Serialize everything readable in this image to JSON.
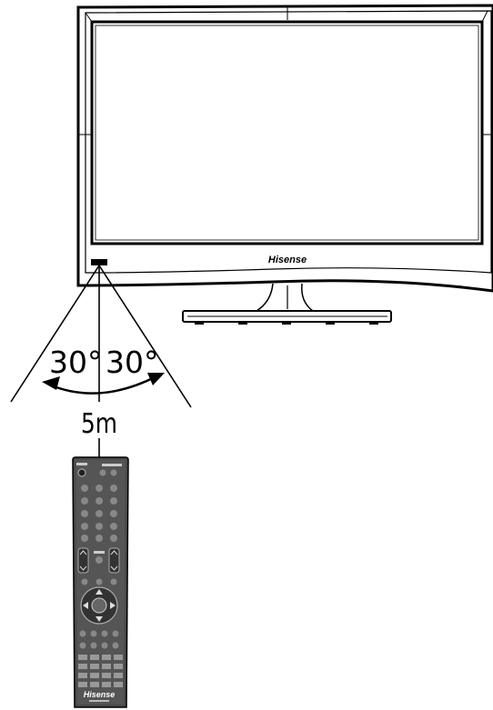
{
  "tv": {
    "brand": "Hisense"
  },
  "angles": {
    "left_label": "30°",
    "right_label": "30°"
  },
  "distance": {
    "label": "5m"
  },
  "remote": {
    "brand": "Hisense"
  }
}
